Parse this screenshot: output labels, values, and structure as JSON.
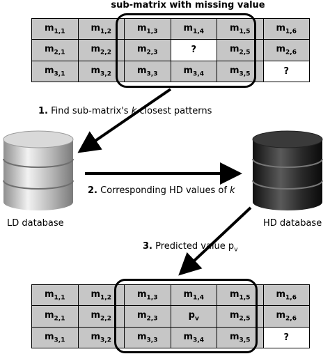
{
  "title": "sub-matrix with missing value",
  "step1": {
    "num": "1.",
    "pre": "Find sub-matrix's ",
    "k": "k",
    "post": " closest patterns"
  },
  "step2": {
    "num": "2.",
    "pre": "Corresponding HD values of ",
    "k": "k"
  },
  "step3": {
    "num": "3.",
    "pre": "Predicted value p",
    "sub": "v"
  },
  "ld_label": "LD database",
  "hd_label": "HD database",
  "top_matrix": [
    [
      {
        "b": "m",
        "s": "1,1"
      },
      {
        "b": "m",
        "s": "1,2"
      },
      {
        "b": "m",
        "s": "1,3"
      },
      {
        "b": "m",
        "s": "1,4"
      },
      {
        "b": "m",
        "s": "1,5"
      },
      {
        "b": "m",
        "s": "1,6"
      }
    ],
    [
      {
        "b": "m",
        "s": "2,1"
      },
      {
        "b": "m",
        "s": "2,2"
      },
      {
        "b": "m",
        "s": "2,3"
      },
      {
        "b": "?",
        "s": "",
        "white": true
      },
      {
        "b": "m",
        "s": "2,5"
      },
      {
        "b": "m",
        "s": "2,6"
      }
    ],
    [
      {
        "b": "m",
        "s": "3,1"
      },
      {
        "b": "m",
        "s": "3,2"
      },
      {
        "b": "m",
        "s": "3,3"
      },
      {
        "b": "m",
        "s": "3,4"
      },
      {
        "b": "m",
        "s": "3,5"
      },
      {
        "b": "?",
        "s": "",
        "white": true
      }
    ]
  ],
  "bottom_matrix": [
    [
      {
        "b": "m",
        "s": "1,1"
      },
      {
        "b": "m",
        "s": "1,2"
      },
      {
        "b": "m",
        "s": "1,3"
      },
      {
        "b": "m",
        "s": "1,4"
      },
      {
        "b": "m",
        "s": "1,5"
      },
      {
        "b": "m",
        "s": "1,6"
      }
    ],
    [
      {
        "b": "m",
        "s": "2,1"
      },
      {
        "b": "m",
        "s": "2,2"
      },
      {
        "b": "m",
        "s": "2,3"
      },
      {
        "b": "p",
        "s": "v"
      },
      {
        "b": "m",
        "s": "2,5"
      },
      {
        "b": "m",
        "s": "2,6"
      }
    ],
    [
      {
        "b": "m",
        "s": "3,1"
      },
      {
        "b": "m",
        "s": "3,2"
      },
      {
        "b": "m",
        "s": "3,3"
      },
      {
        "b": "m",
        "s": "3,4"
      },
      {
        "b": "m",
        "s": "3,5"
      },
      {
        "b": "?",
        "s": "",
        "white": true
      }
    ]
  ],
  "colors": {
    "cell_gray": "#c6c6c6",
    "ld_db": "#b8b8b8",
    "hd_db": "#2a2a2a"
  }
}
